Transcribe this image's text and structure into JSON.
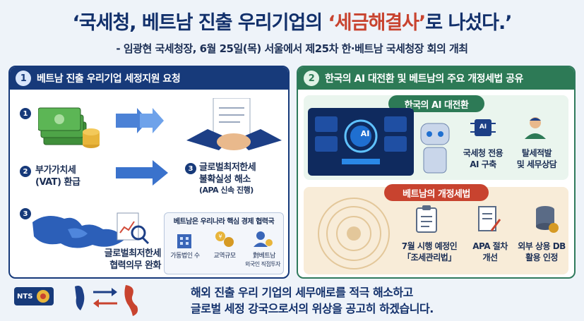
{
  "header": {
    "title_pre": "‘국세청, 베트남 진출 우리기업의 ",
    "title_highlight": "‘세금해결사’",
    "title_post": "로 나섰다.’",
    "subtitle": "- 임광현 국세청장, 6월 25일(목) 서울에서 제25차 한·베트남 국세청장 회의 개최"
  },
  "left_panel": {
    "number": "1",
    "title": "베트남 진출 우리기업 세정지원 요청",
    "item1_num": "1",
    "item2_num": "2",
    "item2_label_line1": "부가가치세",
    "item2_label_line2": "(VAT) 환급",
    "item3_num": "3",
    "item3_label_line1": "글로벌최저한세",
    "item3_label_line2": "불확실성 해소",
    "item3_label_line3": "(APA 신속 진행)",
    "item4_num": "3",
    "item4_label_line1": "글로벌최저한세",
    "item4_label_line2": "협력의무 완화",
    "box_title": "베트남은 우리나라 핵심 경제 협력국",
    "box_items": [
      {
        "label": "가동법인 수",
        "sub": ""
      },
      {
        "label": "교역규모",
        "sub": ""
      },
      {
        "label": "對베트남",
        "sub": "외국인 직접투자"
      }
    ]
  },
  "right_panel": {
    "number": "2",
    "title": "한국의 AI 대전환 및 베트남의 주요 개정세법 공유",
    "ai_section": {
      "title": "한국의 AI 대전환",
      "screen_label": "AI",
      "chip_label": "AI",
      "item1_line1": "국세청 전용",
      "item1_line2": "AI 구축",
      "item2_line1": "탈세적발",
      "item2_line2": "및 세무상담"
    },
    "law_section": {
      "title": "베트남의 개정세법",
      "item1_line1": "7월 시행 예정인",
      "item1_line2": "「조세관리법」",
      "item2_line1": "APA 절차",
      "item2_line2": "개선",
      "item3_line1": "외부 상용 DB",
      "item3_line2": "활용 인정"
    }
  },
  "footer": {
    "logo_text": "NTS",
    "line1": "해외 진출 우리 기업의 세무애로를 적극 해소하고",
    "line2": "글로벌 세정 강국으로서의 위상을 공고히 하겠습니다."
  },
  "colors": {
    "navy": "#173a7a",
    "green": "#2d7a56",
    "red": "#c8432f",
    "accent_bg": "#eef3f9"
  }
}
